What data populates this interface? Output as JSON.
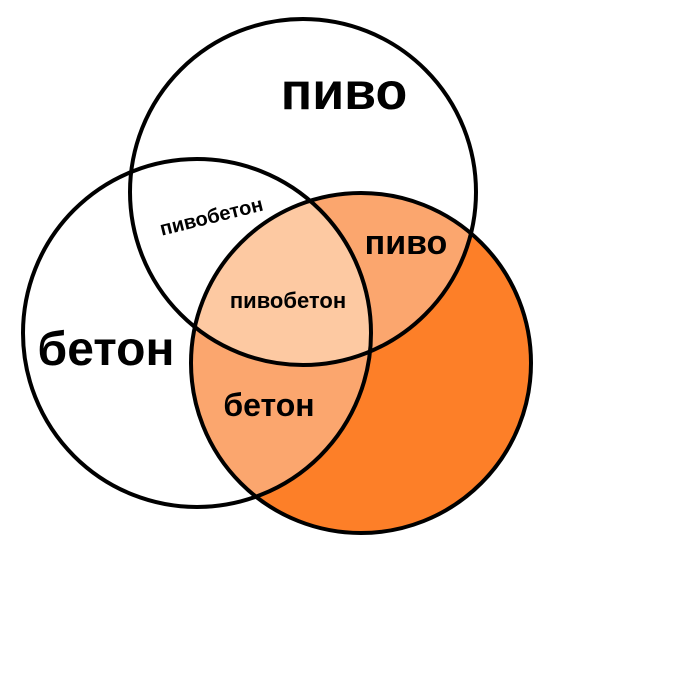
{
  "diagram": {
    "type": "venn",
    "colors": {
      "background": "#ffffff",
      "outline": "#000000",
      "orange_full": "#fd7f28",
      "orange_mid": "#fba66e",
      "orange_light": "#fdc9a2"
    },
    "circles": [
      {
        "id": "top-circle",
        "fill": "none"
      },
      {
        "id": "left-circle",
        "fill": "none"
      },
      {
        "id": "orange-circle",
        "fill": "#fd7f28"
      }
    ],
    "labels": {
      "top": "пиво",
      "top_left_overlap": "пивобетон",
      "top_right_overlap": "пиво",
      "center": "пивобетон",
      "left": "бетон",
      "bottom_overlap": "бетон"
    }
  }
}
